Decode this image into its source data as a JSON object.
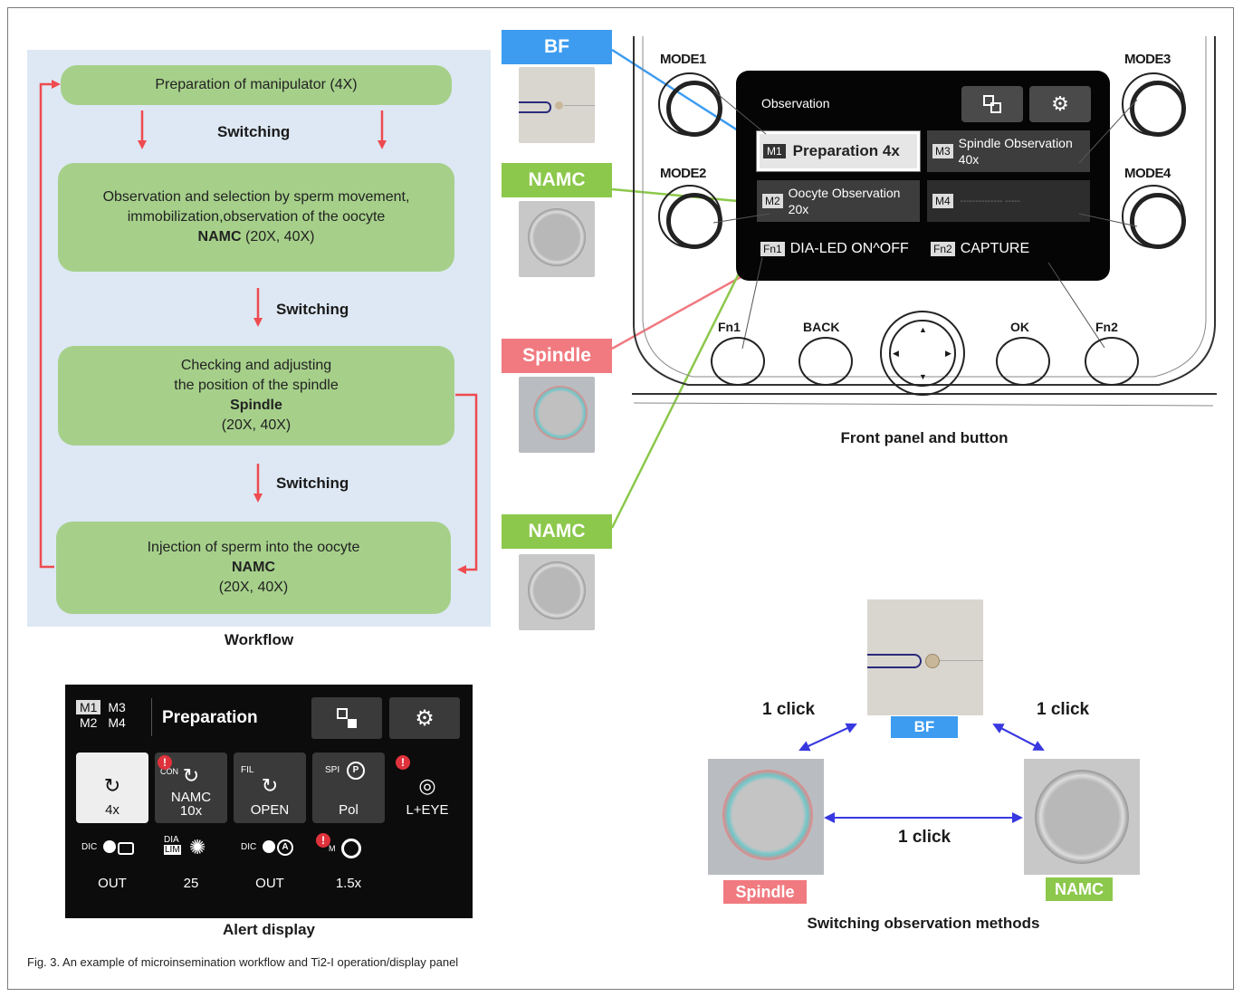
{
  "workflow": {
    "step1": "Preparation of manipulator (4X)",
    "switch1": "Switching",
    "step2_line1": "Observation and selection by sperm movement,",
    "step2_line2": "immobilization,observation of the oocyte",
    "step2_method": "NAMC",
    "step2_mag": "(20X, 40X)",
    "switch2": "Switching",
    "step3_line1": "Checking and adjusting",
    "step3_line2": "the position of the spindle",
    "step3_method": "Spindle",
    "step3_mag": "(20X, 40X)",
    "switch3": "Switching",
    "step4_line1": "Injection of sperm into the oocyte",
    "step4_method": "NAMC",
    "step4_mag": "(20X, 40X)",
    "caption": "Workflow"
  },
  "labels": {
    "bf": "BF",
    "namc1": "NAMC",
    "spindle": "Spindle",
    "namc2": "NAMC"
  },
  "front_panel": {
    "mode1": "MODE1",
    "mode2": "MODE2",
    "mode3": "MODE3",
    "mode4": "MODE4",
    "screen_title": "Observation",
    "m1_tag": "M1",
    "m1_text": "Preparation 4x",
    "m2_tag": "M2",
    "m2_text1": "Oocyte Observation",
    "m2_text2": "20x",
    "m3_tag": "M3",
    "m3_text1": "Spindle Observation",
    "m3_text2": "40x",
    "m4_tag": "M4",
    "m4_text": "-------------- -----",
    "fn1_tag": "Fn1",
    "fn1_text": "DIA-LED ON^OFF",
    "fn2_tag": "Fn2",
    "fn2_text": "CAPTURE",
    "btn_fn1": "Fn1",
    "btn_back": "BACK",
    "btn_ok": "OK",
    "btn_fn2": "Fn2",
    "caption": "Front panel and button"
  },
  "alert_panel": {
    "m1": "M1",
    "m3": "M3",
    "m2": "M2",
    "m4": "M4",
    "title": "Preparation",
    "b1_label": "4x",
    "b2_prefix": "CON",
    "b2_label1": "NAMC",
    "b2_label2": "10x",
    "b3_prefix": "FIL",
    "b3_label": "OPEN",
    "b4_prefix": "SPI",
    "b4_label": "Pol",
    "b5_label": "L+EYE",
    "r1_prefix": "DIC",
    "r1_label": "OUT",
    "r2_prefix1": "DIA",
    "r2_prefix2": "LIM",
    "r2_label": "25",
    "r3_prefix": "DIC",
    "r3_label": "OUT",
    "r4_prefix": "M",
    "r4_label": "1.5x",
    "caption": "Alert display"
  },
  "switching": {
    "click_left": "1 click",
    "click_right": "1 click",
    "click_bottom": "1 click",
    "bf": "BF",
    "spindle": "Spindle",
    "namc": "NAMC",
    "caption": "Switching observation methods"
  },
  "figure_caption": "Fig. 3. An example of microinsemination workflow and Ti2-I operation/display panel",
  "colors": {
    "bf": "#3d9cf0",
    "namc": "#8cc84b",
    "spindle": "#f07a80",
    "step": "#a6d08a",
    "arrow_red": "#ee4b50",
    "arrow_blue": "#3838e0"
  }
}
